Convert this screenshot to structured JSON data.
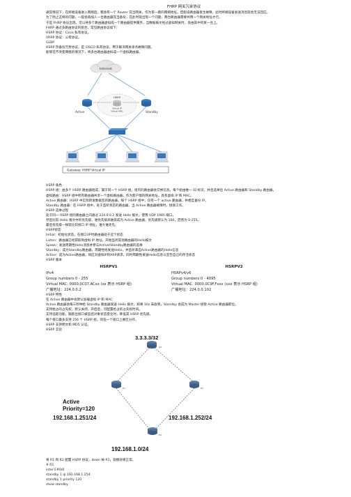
{
  "title": "FHRP 网关冗余协议",
  "intro": [
    "通常情况下，在终端设备进入网络后，都会有一个 Router 充当网关，作为第一跳的网络地址。但假设路由器发生故障，此时终端设备发送消息就会无法回应。",
    "为了防止这样的问题，一般会再加入一台路由器充当备份，在此时就出现一个问题，两台路由器需要共用一个网关地址才行。",
    "于是 FHRP 协议出现，可以将多个路由器虚拟成一个路由器提供服务，当数据报文经过虚拟网关时，会由其中的某一台上。",
    "FHRP 通过多路由协议的组合，常见路由协议如下：",
    "HSRP 协议：Cisco 私有协议。",
    "VRRP 协议：公有协议。",
    "GLBP",
    "HSRP 热备份冗余协议，是 CISCO 私有协议，用于解决网关单点故障问题。",
    "能够在不改变网络的情况下，将多台路由器虚拟成一个虚拟路由器。"
  ],
  "diagram": {
    "internet": "Internet",
    "active": "Active",
    "standby": "Standby",
    "hsrp_label": "HSRP",
    "virtual_ip": "Virtual IP",
    "virtual_mac": "Virtual MAC",
    "gateway": "Gateway: HSRP Virtual IP"
  },
  "roles_section": [
    "HSRP 角色",
    "HSRP 组：由多个 HSRP 路由器组成，属于同一个 HSRP 组，组内的路由器会交换信息，每个组由唯一 ID 标识，并且选举出 Active 路由器和 Standby 路由器。",
    "虚拟路由：HSRP 组中所有路由器共享一个虚拟路由器，作为客户端的网关地址，具有虚拟 IP 和 MAC。",
    "Active 路由器：HSRP 中实际转发数据包的路由器，每个 HSRP 组中，仅有一个 active 路由器，并相互备份 IP。",
    "Standby 路由器：在 HSRP 组中，处于监听状态的路由器，当 Active 路由器故障时，接替工作。",
    "HSRP 选举过程",
    "处于同一 HSRP 组的路由器之间通过 224.0.0.2 发送 Hello 报文，使用 UDP 1985 端口。",
    "然后比较 Hello 报文中的优先级，谁优先级高谁就成为 Active 路由器，优先级默认为 100，范围为 0-255。",
    "最后优先级一样就比较接口 IP 地址，谁大谁优先。",
    "HSRP状态",
    "Initial：初始化状态，在接口UP时路由器处于这个状态",
    "Listen：路由器已经获取到虚拟 IP 地址，开始监听其他路由器的Hello报文",
    "Speak：发送周期性Hello消息并参与Active/Standby路由器的选举",
    "Standby：成为Standby路由器，周期性地发送Hello，并监听来自Active路由器的Hello信息",
    "Active：成为Active路由器，响应对虚拟IP的ARP请求，同时周期性发送Hello信息以宣告自己的存活状态",
    "HSRP 版本"
  ],
  "version_table": {
    "headers": [
      "HSRPV1",
      "HSRPV2"
    ],
    "rows": [
      [
        "IPv4",
        "HSRPv4/v6"
      ],
      [
        "Group numbers 0 - 255",
        "Group numbers 0 - 4095"
      ],
      [
        "Virtual MAC: 0000.0C07.ACxx (xx 表示 HSRP 组)",
        "Virtual MAC: 0000.0C9F.Fxxx (xxx 表示 HSRP 组)"
      ],
      [
        "广播地址：224.0.0.2",
        "广播地址：224.0.0.102"
      ]
    ]
  },
  "feature_section": [
    "HSRP 特性",
    "在 Active 路由器中会默认加载虚拟 IP 和 MAC",
    "Active 路由器会每三秒钟给 Standby 路由器发送 Hello 报文，如果 10s 未收到，Standby 会成为 Master 接管 Active 路由器职位。",
    "支持抢占的占先权，默认关闭，开启后，可配置抢占的占先权时间。",
    "支持追踪功能，跟踪出接口被监控对象状态变化时，降低其 HSRP 优先级。",
    "每个接口最多支持 256 个 HSRP 组，同在一个接口上要区分开。",
    "HSRP 支持明文和 MD5 认证。",
    "HSRP 实验"
  ],
  "lab": {
    "loopback": "3.3.3.3/32",
    "active": "Active",
    "priority": "Priority=120",
    "left_net": "192.168.1.251/24",
    "right_net": "192.168.1.252/24",
    "bottom_net": "192.168.1.0/24",
    "r1": "R1",
    "r2": "R2",
    "r3": "R3",
    "r4": "R4"
  },
  "config": [
    "将 R1 和 R2 配置 HSRP 协议，down 掉 R1，观察效果正常。",
    "# R1",
    "inter E#0/0",
    "standby 1 ip 192.168.1.254",
    "standby 1 priority 120",
    "show standby"
  ]
}
